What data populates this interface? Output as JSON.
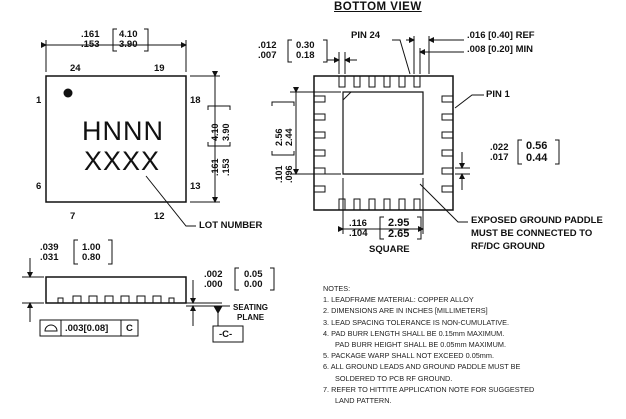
{
  "views": {
    "bottom_view_title": "BOTTOM VIEW",
    "marking_line1": "HNNN",
    "marking_line2": "XXXX",
    "lot_number": "LOT NUMBER",
    "seating_plane": "SEATING",
    "seating_plane2": "PLANE",
    "datum": "-C-",
    "square": "SQUARE",
    "pin24": "PIN 24",
    "pin1": "PIN 1"
  },
  "top_view": {
    "pins": {
      "p1": "1",
      "p6": "6",
      "p7": "7",
      "p12": "12",
      "p13": "13",
      "p18": "18",
      "p19": "19",
      "p24": "24"
    },
    "width_in_top": ".161",
    "width_in_bot": ".153",
    "width_mm_top": "4.10",
    "width_mm_bot": "3.90",
    "height_mm_top": "4.10",
    "height_mm_bot": "3.90",
    "height_in_top": ".161",
    "height_in_bot": ".153"
  },
  "side_view": {
    "thick_in_top": ".039",
    "thick_in_bot": ".031",
    "thick_mm_top": "1.00",
    "thick_mm_bot": "0.80",
    "standoff_in_top": ".002",
    "standoff_in_bot": ".000",
    "standoff_mm_top": "0.05",
    "standoff_mm_bot": "0.00",
    "flatness": ".003[0.08]",
    "flatness_ref": "C"
  },
  "bottom_view": {
    "lead_w_in_top": ".012",
    "lead_w_in_bot": ".007",
    "lead_w_mm_top": "0.30",
    "lead_w_mm_bot": "0.18",
    "pitch_ref": ".016 [0.40] REF",
    "min_gap": ".008 [0.20] MIN",
    "paddle_span_in_top": ".101",
    "paddle_span_in_bot": ".096",
    "paddle_span_mm_top": "2.56",
    "paddle_span_mm_bot": "2.44",
    "lead_len_in_top": ".022",
    "lead_len_in_bot": ".017",
    "lead_len_mm_top": "0.56",
    "lead_len_mm_bot": "0.44",
    "paddle_in_top": ".116",
    "paddle_in_bot": ".104",
    "paddle_mm_top": "2.95",
    "paddle_mm_bot": "2.65",
    "paddle_note_1": "EXPOSED GROUND PADDLE",
    "paddle_note_2": "MUST BE CONNECTED TO",
    "paddle_note_3": "RF/DC GROUND"
  },
  "notes": {
    "heading": "NOTES:",
    "n1": "1. LEADFRAME MATERIAL: COPPER ALLOY",
    "n2": "2. DIMENSIONS ARE IN INCHES [MILLIMETERS]",
    "n3": "3. LEAD SPACING TOLERANCE IS NON-CUMULATIVE.",
    "n4a": "4. PAD BURR LENGTH SHALL BE 0.15mm MAXIMUM.",
    "n4b": "PAD BURR HEIGHT SHALL BE 0.05mm MAXIMUM.",
    "n5": "5. PACKAGE WARP SHALL NOT EXCEED 0.05mm.",
    "n6a": "6. ALL GROUND LEADS AND GROUND PADDLE MUST BE",
    "n6b": "SOLDERED TO PCB RF GROUND.",
    "n7a": "7. REFER TO HITTITE APPLICATION NOTE FOR SUGGESTED",
    "n7b": "LAND PATTERN."
  }
}
